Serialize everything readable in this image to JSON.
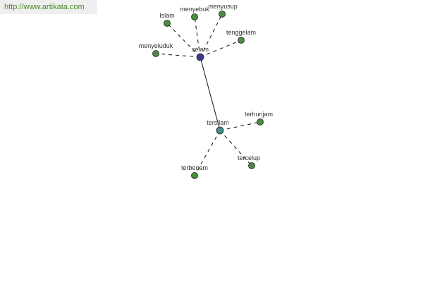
{
  "watermark": {
    "text": "http://www.artikata.com"
  },
  "colors": {
    "root_node": "#3a3a8c",
    "hub_node": "#3f8c8c",
    "leaf_node": "#4a8c3f",
    "node_stroke": "#222222",
    "edge": "#111111",
    "watermark_text": "#4a8a2a"
  },
  "graph": {
    "nodes": [
      {
        "id": "selam",
        "label": "selam",
        "kind": "root"
      },
      {
        "id": "tersilam",
        "label": "tersilam",
        "kind": "hub"
      },
      {
        "id": "islam",
        "label": "Islam",
        "kind": "leaf"
      },
      {
        "id": "menyebuk",
        "label": "menyebuk",
        "kind": "leaf"
      },
      {
        "id": "menyusup",
        "label": "menyusup",
        "kind": "leaf"
      },
      {
        "id": "tenggelam",
        "label": "tenggelam",
        "kind": "leaf"
      },
      {
        "id": "menyeluduk",
        "label": "menyeluduk",
        "kind": "leaf"
      },
      {
        "id": "terhunjam",
        "label": "terhunjam",
        "kind": "leaf"
      },
      {
        "id": "tercelup",
        "label": "tercelup",
        "kind": "leaf"
      },
      {
        "id": "terbenam",
        "label": "terbenam",
        "kind": "leaf"
      }
    ],
    "edges": [
      {
        "from": "selam",
        "to": "tersilam",
        "style": "solid"
      },
      {
        "from": "selam",
        "to": "islam",
        "style": "dashed"
      },
      {
        "from": "selam",
        "to": "menyebuk",
        "style": "dashed"
      },
      {
        "from": "selam",
        "to": "menyusup",
        "style": "dashed"
      },
      {
        "from": "selam",
        "to": "tenggelam",
        "style": "dashed"
      },
      {
        "from": "selam",
        "to": "menyeluduk",
        "style": "dashed"
      },
      {
        "from": "tersilam",
        "to": "terhunjam",
        "style": "dashed"
      },
      {
        "from": "tersilam",
        "to": "tercelup",
        "style": "dashed"
      },
      {
        "from": "tersilam",
        "to": "terbenam",
        "style": "dashed"
      }
    ]
  }
}
